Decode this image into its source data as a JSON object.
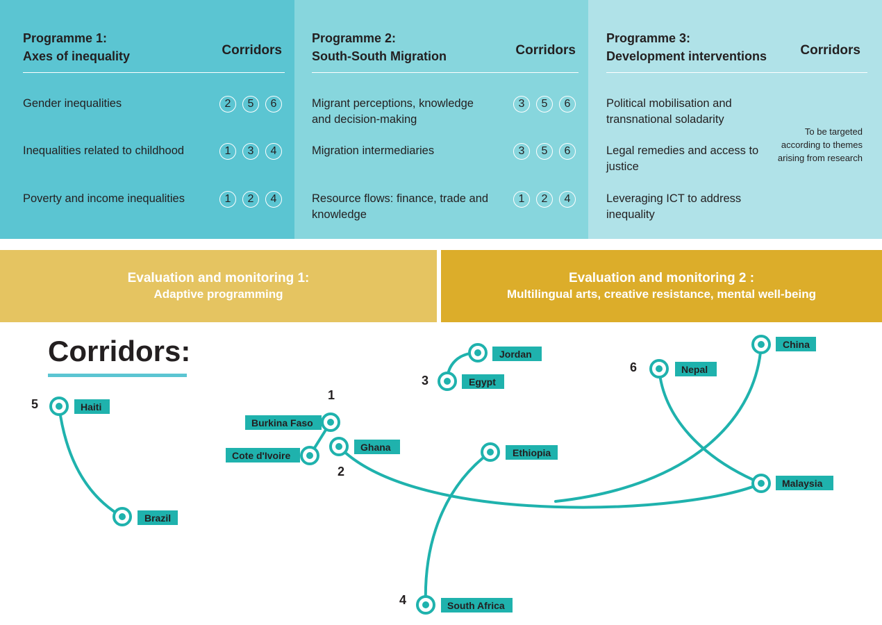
{
  "programmes": [
    {
      "title_line1": "Programme 1:",
      "title_line2": "Axes of inequality",
      "corridors_label": "Corridors",
      "rows": [
        {
          "text": "Gender inequalities",
          "corridors": [
            "2",
            "5",
            "6"
          ]
        },
        {
          "text": "Inequalities related to childhood",
          "corridors": [
            "1",
            "3",
            "4"
          ]
        },
        {
          "text": "Poverty and income inequalities",
          "corridors": [
            "1",
            "2",
            "4"
          ]
        }
      ]
    },
    {
      "title_line1": "Programme 2:",
      "title_line2": "South-South Migration",
      "corridors_label": "Corridors",
      "rows": [
        {
          "text": "Migrant perceptions, knowledge and decision-making",
          "corridors": [
            "3",
            "5",
            "6"
          ]
        },
        {
          "text": "Migration intermediaries",
          "corridors": [
            "3",
            "5",
            "6"
          ]
        },
        {
          "text": "Resource flows: finance, trade and knowledge",
          "corridors": [
            "1",
            "2",
            "4"
          ]
        }
      ]
    },
    {
      "title_line1": "Programme 3:",
      "title_line2": "Development interventions",
      "corridors_label": "Corridors",
      "rows": [
        {
          "text": "Political mobilisation and transnational soladarity"
        },
        {
          "text": "Legal remedies and access to justice"
        },
        {
          "text": "Leveraging ICT to address inequality"
        }
      ],
      "note": "To be targeted according to themes arising from research"
    }
  ],
  "evaluation": [
    {
      "title": "Evaluation and monitoring 1:",
      "subtitle": "Adaptive programming",
      "color": "#e5c461"
    },
    {
      "title": "Evaluation and monitoring 2 :",
      "subtitle": "Multilingual arts, creative resistance, mental well-being",
      "color": "#dcad2a"
    }
  ],
  "corridors_heading": "Corridors:",
  "corridors": [
    {
      "number": "1",
      "countries": [
        "Burkina Faso",
        "Cote d'Ivoire"
      ]
    },
    {
      "number": "2",
      "countries": [
        "Ghana",
        "Malaysia"
      ]
    },
    {
      "number": "3",
      "countries": [
        "Egypt",
        "Jordan"
      ]
    },
    {
      "number": "4",
      "countries": [
        "Ethiopia",
        "South Africa"
      ]
    },
    {
      "number": "5",
      "countries": [
        "Haiti",
        "Brazil"
      ]
    },
    {
      "number": "6",
      "countries": [
        "Nepal",
        "China",
        "Malaysia"
      ]
    }
  ],
  "colors": {
    "programme1_bg": "#5bc5d2",
    "programme2_bg": "#87d6dd",
    "programme3_bg": "#b0e2e8",
    "route": "#1fb2ad"
  }
}
